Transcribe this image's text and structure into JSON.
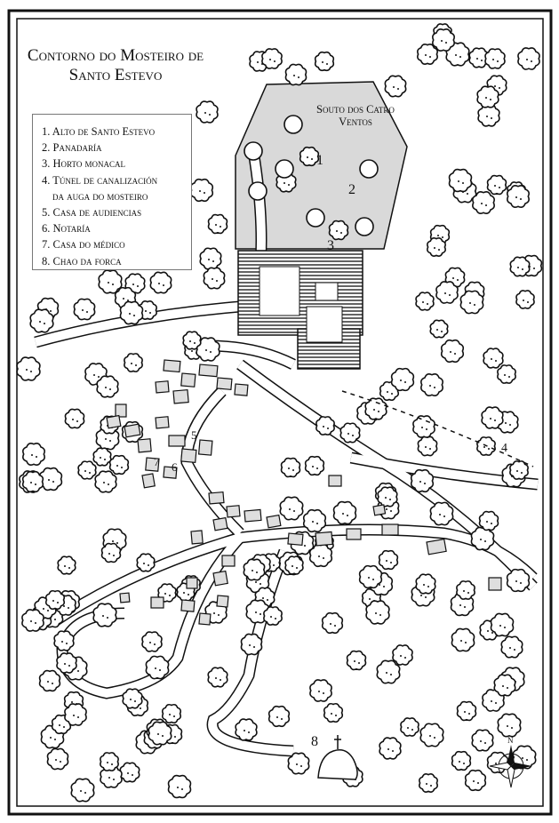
{
  "title": "Contorno do Mosteiro de Santo Estevo",
  "legend": [
    "1. Alto de Santo Estevo",
    "2. Panadaría",
    "3. Horto monacal",
    "4. Túnel de canalización",
    "da auga do mosteiro",
    "5. Casa de audiencias",
    "6. Notaría",
    "7. Casa do médico",
    "8. Chao da forca"
  ],
  "map_labels": {
    "souto": "Souto dos Catro Ventos",
    "n1": "1",
    "n2": "2",
    "n3": "3",
    "n4": "4",
    "n5": "5",
    "n6": "6",
    "n7": "7",
    "n8": "8",
    "north": "N"
  },
  "colors": {
    "ink": "#111111",
    "souto_fill": "#d9d9d9",
    "building_fill": "#dedede",
    "paper": "#ffffff"
  }
}
